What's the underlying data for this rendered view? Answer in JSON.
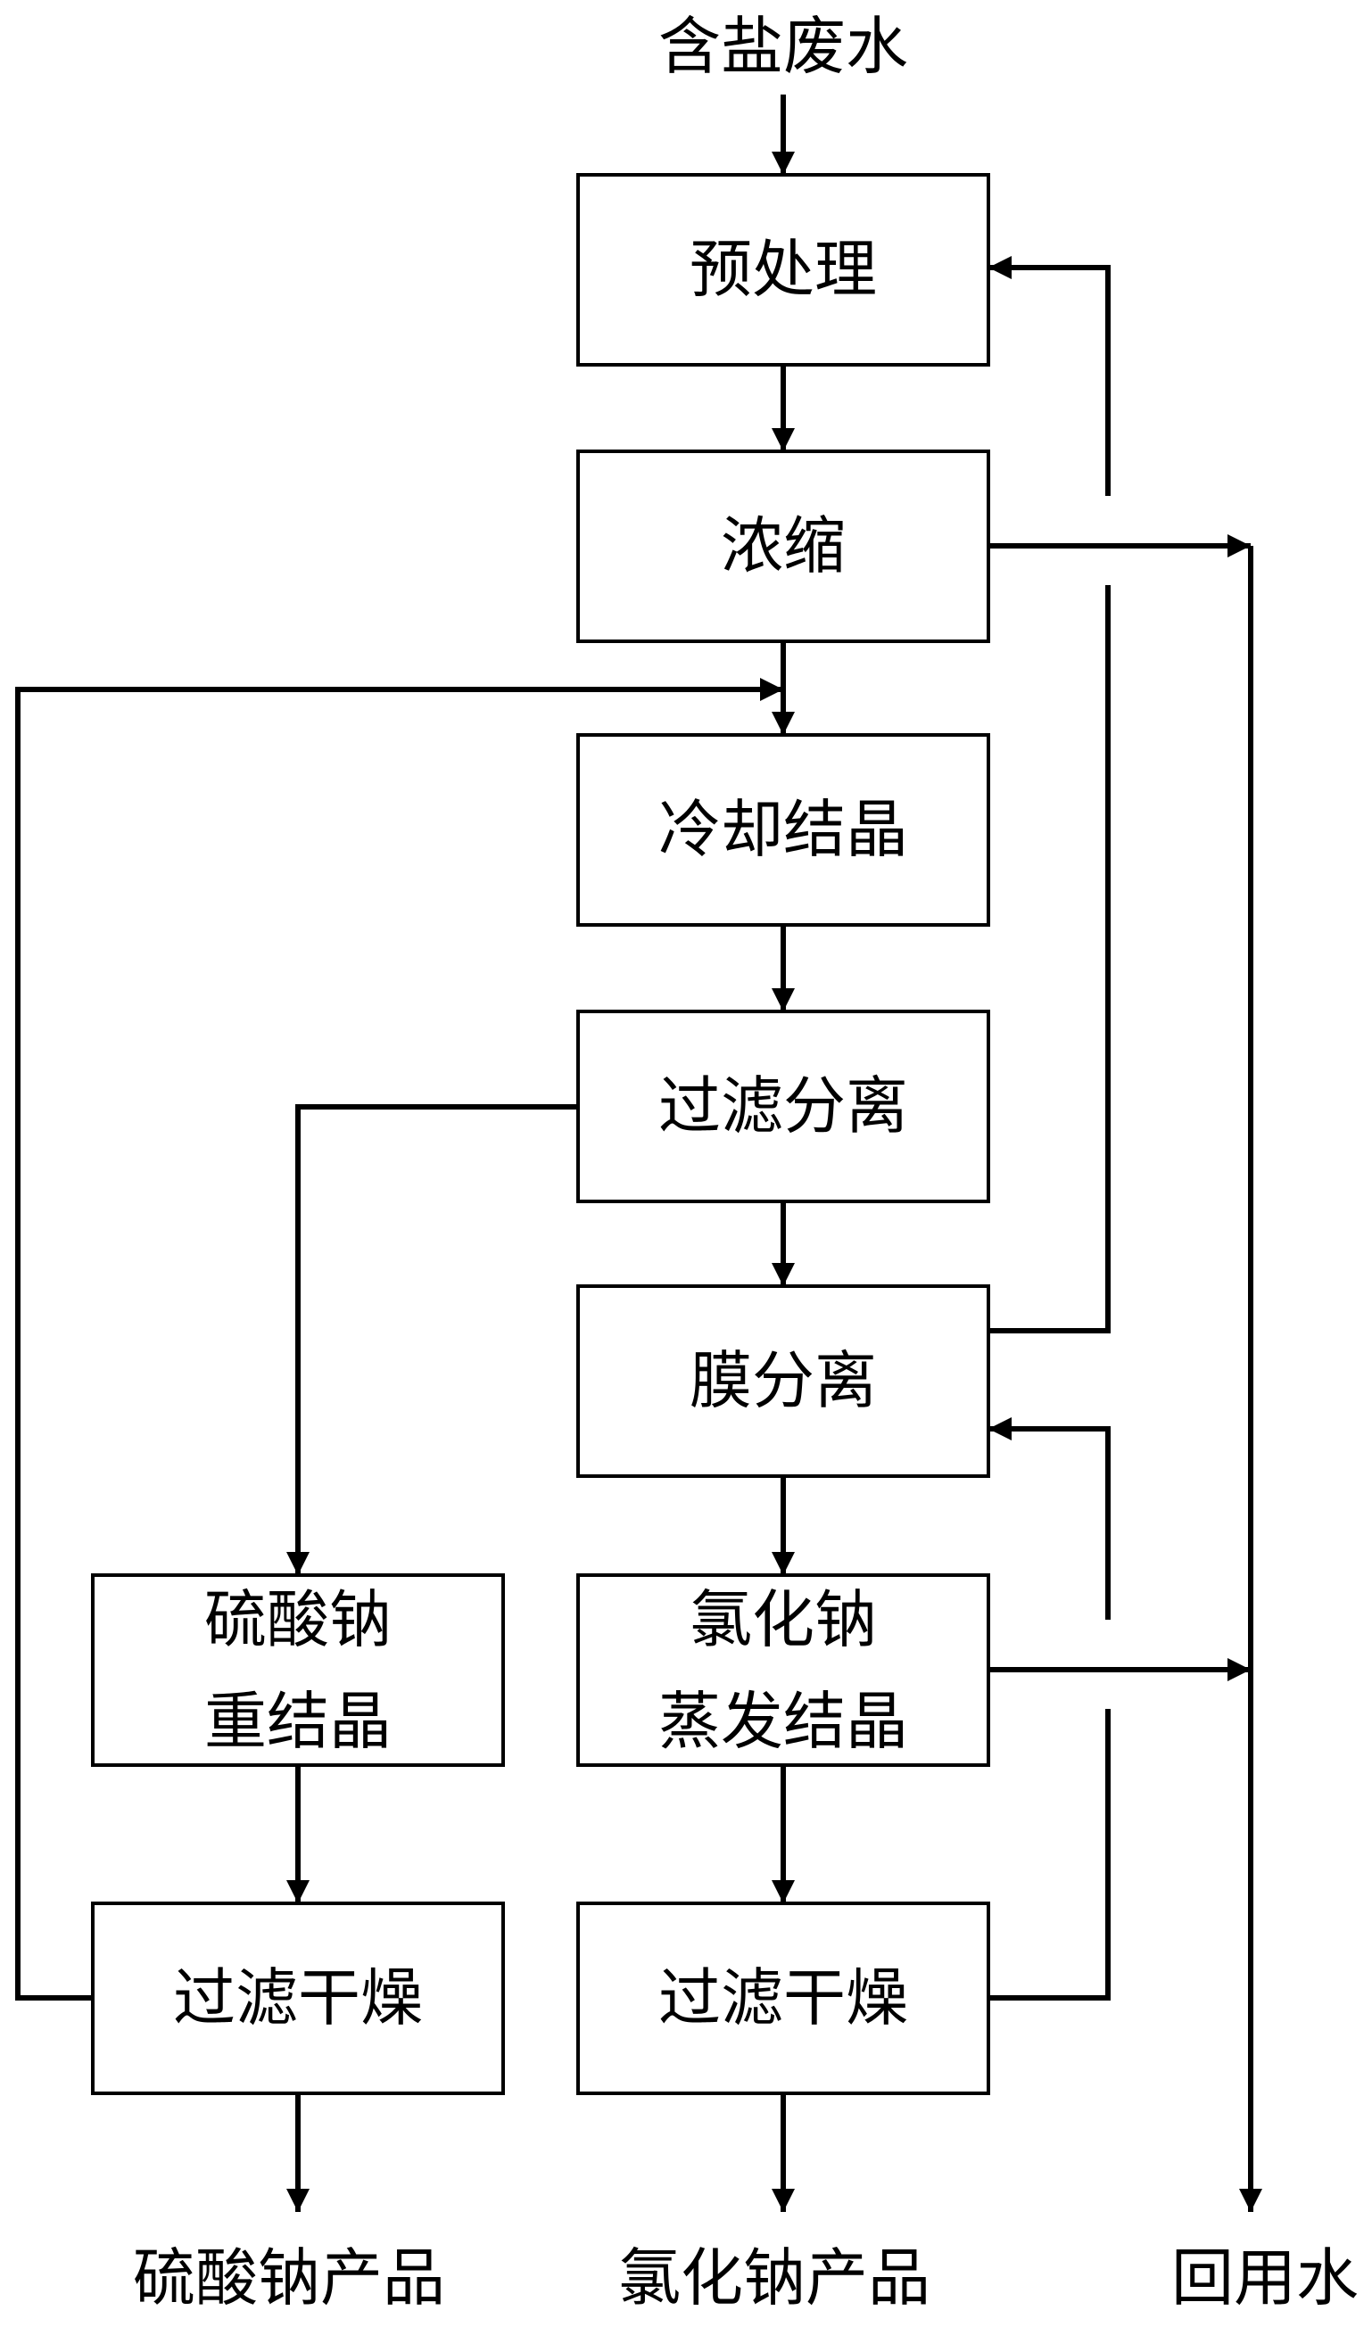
{
  "inputs": {
    "wastewater": "含盐废水"
  },
  "steps": {
    "pretreatment": "预处理",
    "concentration": "浓缩",
    "cooling_crystallization": "冷却结晶",
    "filtration_separation": "过滤分离",
    "membrane_separation": "膜分离",
    "sodium_sulfate_recryst": [
      "硫酸钠",
      "重结晶"
    ],
    "sodium_chloride_evap": [
      "氯化钠",
      "蒸发结晶"
    ],
    "filter_dry_left": "过滤干燥",
    "filter_dry_right": "过滤干燥"
  },
  "outputs": {
    "sodium_sulfate_product": "硫酸钠产品",
    "sodium_chloride_product": "氯化钠产品",
    "reuse_water": "回用水"
  }
}
